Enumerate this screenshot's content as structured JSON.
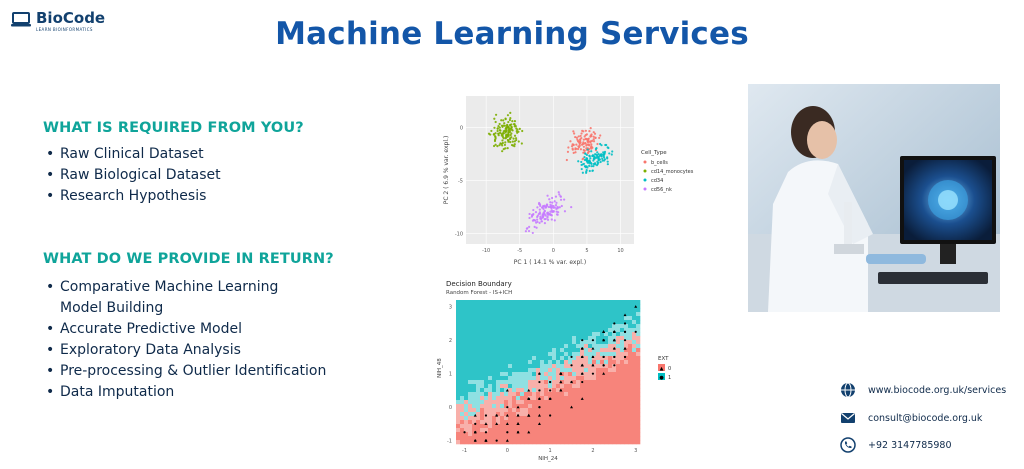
{
  "logo": {
    "name": "BioCode",
    "tagline": "LEARN BIOINFORMATICS"
  },
  "title": "Machine Learning Services",
  "required": {
    "heading": "WHAT IS REQUIRED FROM YOU?",
    "items": [
      "Raw Clinical Dataset",
      "Raw Biological Dataset",
      "Research Hypothesis"
    ]
  },
  "provide": {
    "heading": "WHAT DO WE PROVIDE IN RETURN?",
    "items": [
      "Comparative Machine Learning",
      "Model Building",
      "Accurate Predictive Model",
      "Exploratory Data Analysis",
      "Pre-processing & Outlier Identification",
      "Data Imputation"
    ]
  },
  "pca_plot": {
    "xlabel": "PC 1 ( 14.1 % var. expl.)",
    "ylabel": "PC 2 ( 6.9 % var. expl.)",
    "xticks": [
      "-10",
      "-5",
      "0",
      "5",
      "10"
    ],
    "yticks": [
      "0",
      "-5",
      "-10"
    ],
    "legend_title": "Cell_Type",
    "legend": [
      "b_cells",
      "cd14_monocytes",
      "cd34",
      "cd56_nk"
    ],
    "colors": [
      "#f8766d",
      "#7cae00",
      "#00bfc4",
      "#c77cff"
    ]
  },
  "decision_plot": {
    "title": "Decision Boundary",
    "subtitle": "Random Forest - IS+ICH",
    "xlabel": "NIH_24",
    "ylabel": "NIH_48",
    "xticks": [
      "-1",
      "0",
      "1",
      "2",
      "3"
    ],
    "yticks": [
      "3",
      "2",
      "1",
      "0",
      "-1"
    ],
    "legend_title": "EXT",
    "legend": [
      "0",
      "1"
    ]
  },
  "contacts": {
    "website": "www.biocode.org.uk/services",
    "email": "consult@biocode.org.uk",
    "phone": "+92 3147785980"
  }
}
